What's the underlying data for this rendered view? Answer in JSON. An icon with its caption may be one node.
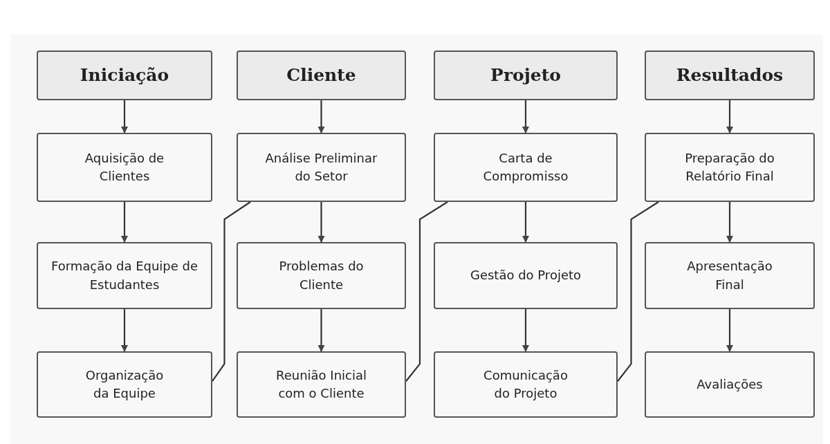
{
  "diagram": {
    "nodes": [
      {
        "text": [
          "Iniciação"
        ]
      },
      {
        "text": [
          "Aquisição de Clientes"
        ]
      },
      {
        "text": [
          "Formação da Equipe de Estudantes"
        ]
      },
      {
        "text": [
          "Organização da Equipe"
        ]
      },
      {
        "text": [
          "Cliente"
        ]
      },
      {
        "text": [
          "Análise Preliminar do Setor"
        ]
      },
      {
        "text": [
          "Problemas do Cliente"
        ]
      },
      {
        "text": [
          "Reunião Inicial com o Cliente"
        ]
      },
      {
        "text": [
          "Projeto"
        ]
      },
      {
        "text": [
          "Carta de Compromisso"
        ]
      },
      {
        "text": [
          "Gestão do Projeto"
        ]
      },
      {
        "text": [
          "Comunicação do Projeto"
        ]
      },
      {
        "text": [
          "Resultados"
        ]
      },
      {
        "text": [
          "Preparação do Relatório Final"
        ]
      },
      {
        "text": [
          "Apresentação Final"
        ]
      },
      {
        "text": [
          "Avaliações"
        ]
      }
    ],
    "edges": [
      {
        "from": 0,
        "to": 1,
        "arrow": "to"
      },
      {
        "from": 1,
        "to": 2,
        "arrow": "to"
      },
      {
        "from": 2,
        "to": 3,
        "arrow": "to"
      },
      {
        "from": 4,
        "to": 5,
        "arrow": "to"
      },
      {
        "from": 5,
        "to": 6,
        "arrow": "to"
      },
      {
        "from": 6,
        "to": 7,
        "arrow": "to"
      },
      {
        "from": 8,
        "to": 9,
        "arrow": "to"
      },
      {
        "from": 9,
        "to": 10,
        "arrow": "to"
      },
      {
        "from": 10,
        "to": 11,
        "arrow": "to"
      },
      {
        "from": 12,
        "to": 13,
        "arrow": "to"
      },
      {
        "from": 13,
        "to": 14,
        "arrow": "to"
      },
      {
        "from": 14,
        "to": 15,
        "arrow": "to"
      },
      {
        "from": 3,
        "to": 5,
        "arrow": "none"
      },
      {
        "from": 7,
        "to": 9,
        "arrow": "none"
      },
      {
        "from": 11,
        "to": 13,
        "arrow": "none"
      }
    ]
  }
}
